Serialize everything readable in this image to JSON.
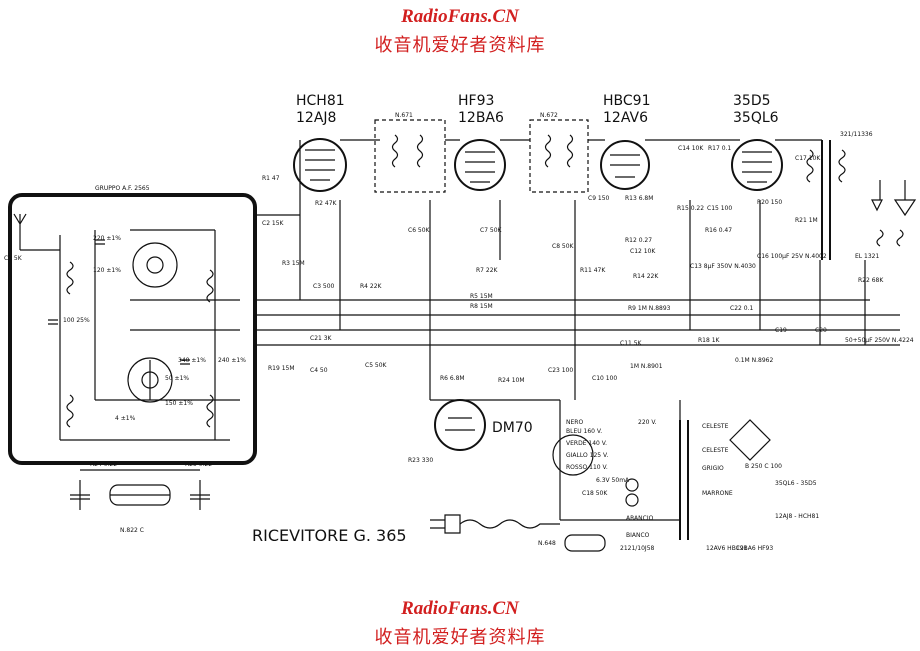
{
  "watermark": {
    "title": "RadioFans.CN",
    "subtitle": "收音机爱好者资料库"
  },
  "tubes": [
    {
      "line1": "HCH81",
      "line2": "12AJ8"
    },
    {
      "line1": "HF93",
      "line2": "12BA6"
    },
    {
      "line1": "HBC91",
      "line2": "12AV6"
    },
    {
      "line1": "35D5",
      "line2": "35QL6"
    }
  ],
  "tuning_tube": "DM70",
  "receiver_title": "RICEVITORE G. 365",
  "labels": {
    "gruppo": "GRUPPO A.F. 2565",
    "ifs1": "N.671",
    "ifs2": "N.672",
    "output_xfmr": "321/11336",
    "el": "EL 1321",
    "c1": "C1 5K",
    "c2": "C2 15K",
    "r1": "R1 47",
    "r2": "R2 47K",
    "r3": "R3 15M",
    "c3": "C3 500",
    "r4": "R4 22K",
    "r5": "R5 15M",
    "c4": "C4 50",
    "c21": "C21 3K",
    "r19": "R19 15M",
    "c5": "C5 50K",
    "c6": "C6 50K",
    "c7": "C7 50K",
    "r7": "R7 22K",
    "c8": "C8 50K",
    "r8": "R8 15M",
    "c9": "C9 150",
    "r13": "R13 6.8M",
    "r12": "R12 0.27",
    "c12": "C12 10K",
    "r11": "R11 47K",
    "r14": "R14 22K",
    "c14": "C14 10K",
    "r17": "R17 0.1",
    "r15": "R15 0.22",
    "r16": "R16 0.47",
    "c15": "C15 100",
    "c13": "C13 8μF 350V N.4030",
    "r20": "R20 150",
    "c16": "C16 100μF 25V N.4002",
    "c17": "C17 10K",
    "r21": "R21 1M",
    "r22": "R22 68K",
    "r9": "R9 1M N.8893",
    "c11": "C11 5K",
    "r10": "1M N.8901",
    "c22": "C22 0.1",
    "r18": "R18 1K",
    "pot": "0.1M N.8962",
    "c19": "C19",
    "c20": "C20",
    "cap_big": "50+50μF 250V N.4224",
    "r6": "R6 6.8M",
    "r24": "R24 10M",
    "c23": "C23 100",
    "c10": "C10 100",
    "r23": "R23 330",
    "r_low": "R24 0.22",
    "r_low2": "R25 0.22",
    "n822": "N.822 C",
    "n648": "N.648",
    "ser": "2121/10J58",
    "c18": "C18 50K",
    "rect": "B 250 C 100",
    "c_100": "100 25%",
    "c_120": "120 ±1%",
    "c_220": "220 ±1%",
    "c_340": "340 ±1%",
    "c_240": "240 ±1%",
    "c_150": "150 ±1%",
    "c_50": "50 ±1%",
    "c_4": "4 ±1%",
    "v_list": [
      "NERO",
      "BLEU 160 V.",
      "VERDE 140 V.",
      "GIALLO 125 V.",
      "ROSSO 110 V."
    ],
    "v220": "220 V.",
    "v63": "6.3V 50mA",
    "celeste1": "CELESTE",
    "celeste2": "CELESTE",
    "grigio": "GRIGIO",
    "marrone": "MARRONE",
    "arancio": "ARANCIO",
    "bianco": "BIANCO",
    "h1": "35QL6 - 35D5",
    "h2": "12AJ8 - HCH81",
    "h3": "12AV6 HBC91",
    "h4": "12BA6 HF93"
  }
}
